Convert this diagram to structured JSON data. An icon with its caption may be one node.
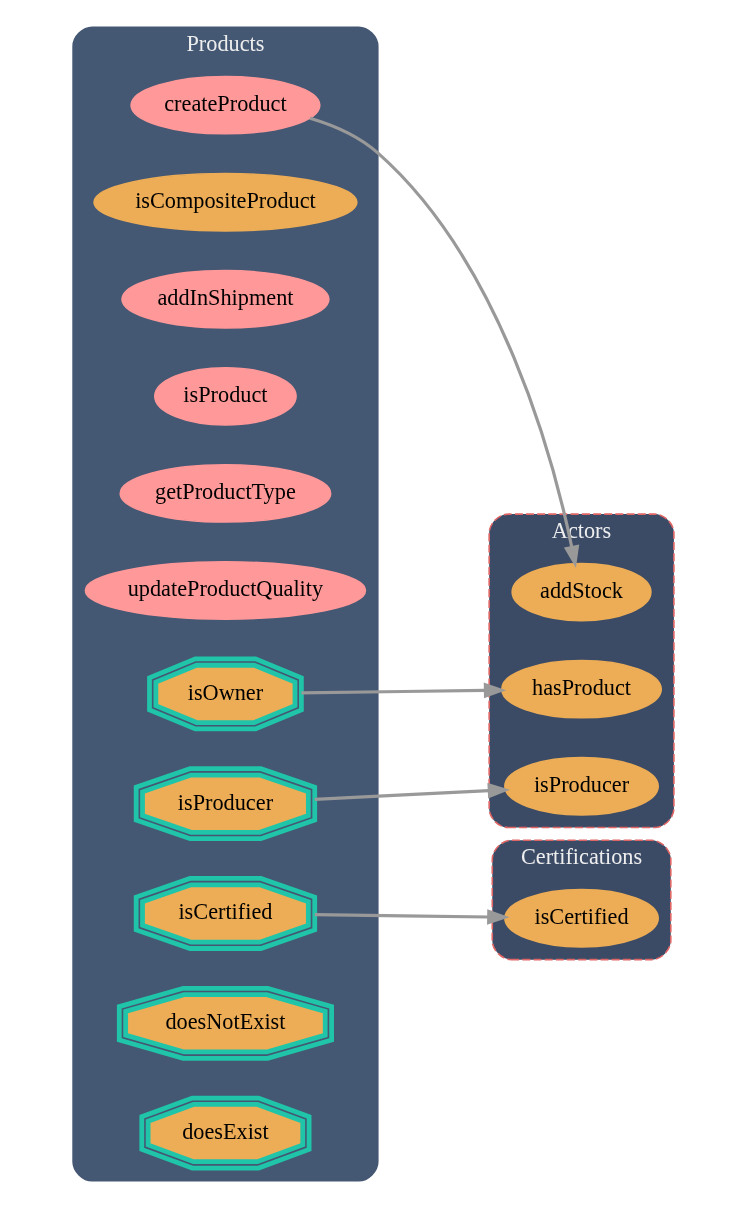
{
  "diagram": {
    "nodes": [
      {
        "text": [
          "Products"
        ]
      },
      {
        "text": [
          "createProduct"
        ],
        "in": 0
      },
      {
        "text": [
          "isCompositeProduct"
        ],
        "in": 0
      },
      {
        "text": [
          "addInShipment"
        ],
        "in": 0
      },
      {
        "text": [
          "isProduct"
        ],
        "in": 0
      },
      {
        "text": [
          "getProductType"
        ],
        "in": 0
      },
      {
        "text": [
          "updateProductQuality"
        ],
        "in": 0
      },
      {
        "text": [
          "isOwner"
        ],
        "in": 0
      },
      {
        "text": [
          "isProducer"
        ],
        "in": 0
      },
      {
        "text": [
          "isCertified"
        ],
        "in": 0
      },
      {
        "text": [
          "doesNotExist"
        ],
        "in": 0
      },
      {
        "text": [
          "doesExist"
        ],
        "in": 0
      },
      {
        "text": [
          "Actors"
        ]
      },
      {
        "text": [
          "addStock"
        ],
        "in": 12
      },
      {
        "text": [
          "hasProduct"
        ],
        "in": 12
      },
      {
        "text": [
          "isProducer"
        ],
        "in": 12
      },
      {
        "text": [
          "Certifications"
        ]
      },
      {
        "text": [
          "isCertified"
        ],
        "in": 16
      }
    ],
    "edges": [
      {
        "from": 1,
        "to": 13,
        "arrow": "to"
      },
      {
        "from": 7,
        "to": 14,
        "arrow": "to"
      },
      {
        "from": 8,
        "to": 15,
        "arrow": "to"
      },
      {
        "from": 9,
        "to": 17,
        "arrow": "to"
      }
    ]
  }
}
